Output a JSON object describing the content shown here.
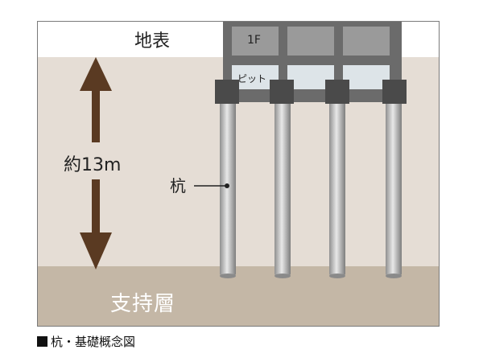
{
  "colors": {
    "sky": "#ffffff",
    "soil": "#e5ddd5",
    "bearing_layer": "#c4b7a6",
    "arrow": "#5a3a22",
    "building": "#6b6b6b",
    "floor_window": "#9a9a9a",
    "pit": "#dde4e8",
    "pile_cap": "#4a4a4a",
    "pile": "#b5b5b5"
  },
  "labels": {
    "surface": "地表",
    "depth": "約13m",
    "pile": "杭",
    "bearing_layer": "支持層",
    "floor": "1F",
    "pit": "ピット"
  },
  "caption": {
    "marker": "■",
    "text": "杭・基礎概念図"
  }
}
